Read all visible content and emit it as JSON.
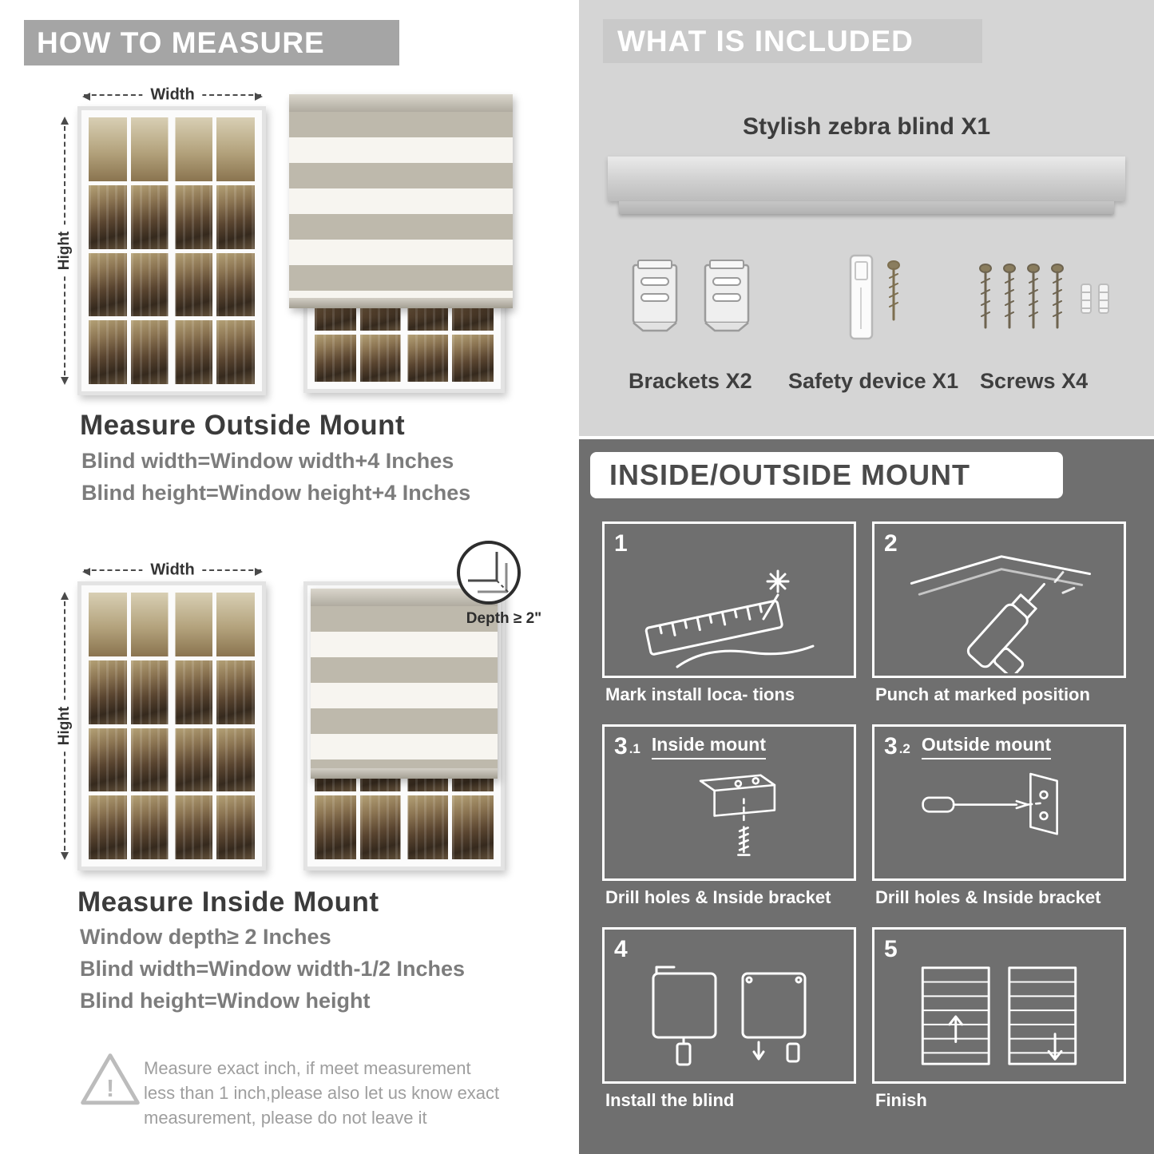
{
  "colors": {
    "left_header_bg": "#a5a5a5",
    "included_panel_bg": "#d5d5d5",
    "included_header_bg": "#c9c9c9",
    "mount_panel_bg": "#6f6f6f",
    "heading_text": "#3b3b3b",
    "spec_text": "#7c7c7c",
    "note_text": "#9e9e9e"
  },
  "measure": {
    "header": "HOW TO MEASURE",
    "width_label": "Width",
    "height_label": "Hight",
    "outside": {
      "title": "Measure Outside Mount",
      "lines": [
        "Blind width=Window width+4 Inches",
        "Blind height=Window height+4 Inches"
      ]
    },
    "inside": {
      "title": "Measure Inside Mount",
      "depth_label": "Depth ≥ 2\"",
      "lines": [
        "Window depth≥ 2 Inches",
        "Blind width=Window width-1/2 Inches",
        "Blind height=Window height"
      ]
    },
    "note_icon": "!",
    "note": "Measure exact inch, if meet measurement less than 1 inch,please also let us know exact measurement, please do not leave it"
  },
  "included": {
    "header": "WHAT IS INCLUDED",
    "product_label": "Stylish zebra blind X1",
    "items": [
      {
        "label": "Brackets X2"
      },
      {
        "label": "Safety device X1"
      },
      {
        "label": "Screws X4"
      }
    ]
  },
  "mount": {
    "header": "INSIDE/OUTSIDE MOUNT",
    "steps": [
      {
        "num": "1",
        "caption": "Mark install loca- tions"
      },
      {
        "num": "2",
        "caption": "Punch at  marked position"
      },
      {
        "num": "3",
        "sub": ".1",
        "title": "Inside mount",
        "caption": "Drill holes &  Inside bracket"
      },
      {
        "num": "3",
        "sub": ".2",
        "title": "Outside mount",
        "caption": "Drill holes &  Inside bracket"
      },
      {
        "num": "4",
        "caption": "Install the blind"
      },
      {
        "num": "5",
        "caption": "Finish"
      }
    ]
  }
}
